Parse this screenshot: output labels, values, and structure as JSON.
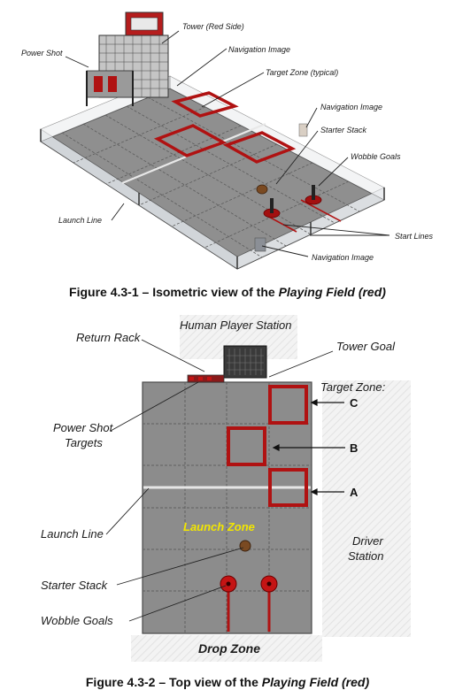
{
  "figure1": {
    "labels": {
      "tower": "Tower (Red Side)",
      "power_shot": "Power Shot",
      "nav_image_top": "Navigation Image",
      "target_zone": "Target Zone (typical)",
      "nav_image_right": "Navigation Image",
      "starter_stack": "Starter Stack",
      "wobble_goals": "Wobble Goals",
      "launch_line": "Launch Line",
      "start_lines": "Start Lines",
      "nav_image_bottom": "Navigation Image"
    },
    "caption_prefix": "Figure 4.3-1 – Isometric view of the ",
    "caption_italic": "Playing Field (red)"
  },
  "figure2": {
    "labels": {
      "human_player_station": "Human Player Station",
      "return_rack": "Return Rack",
      "tower_goal": "Tower Goal",
      "target_zone": "Target Zone:",
      "zone_c": "C",
      "zone_b": "B",
      "zone_a": "A",
      "power_shot_line1": "Power Shot",
      "power_shot_line2": "Targets",
      "launch_line": "Launch Line",
      "launch_zone": "Launch Zone",
      "driver_line1": "Driver",
      "driver_line2": "Station",
      "starter_stack": "Starter Stack",
      "wobble_goals": "Wobble Goals",
      "drop_zone": "Drop Zone"
    },
    "caption_prefix": "Figure 4.3-2 – Top view of the ",
    "caption_italic": "Playing Field (red)"
  },
  "colors": {
    "tile": "#8c8c8c",
    "tile_line": "#5f5f5f",
    "target_red": "#b01212",
    "launch_zone_yellow": "#f2e600",
    "station_gray": "#ececec"
  }
}
